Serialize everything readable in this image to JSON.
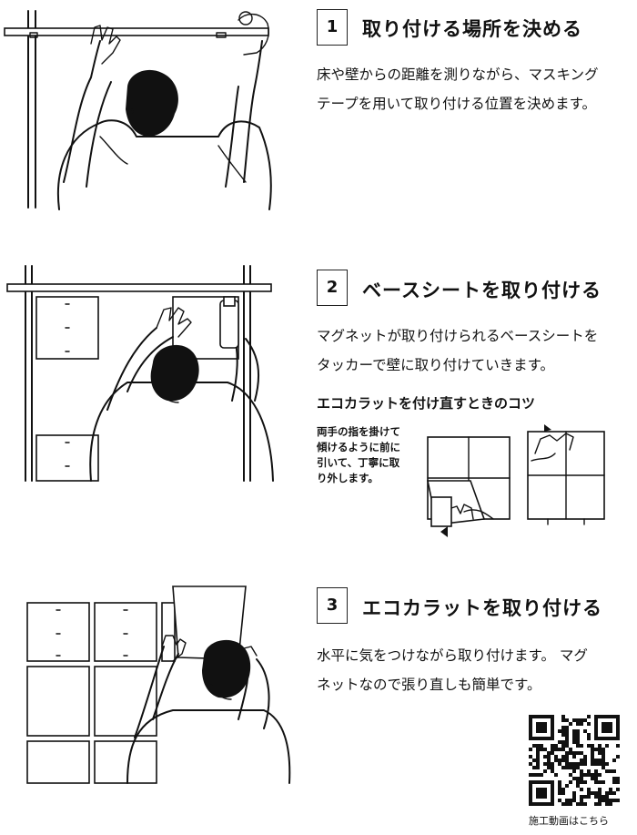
{
  "steps": [
    {
      "number": "1",
      "title": "取り付ける場所を決める",
      "body": [
        "床や壁からの距離を測りながら、マスキング",
        "テープを用いて取り付ける位置を決めます。"
      ]
    },
    {
      "number": "2",
      "title": "ベースシートを取り付ける",
      "body": [
        "マグネットが取り付けられるベースシートを",
        "タッカーで壁に取り付けていきます。"
      ],
      "tip": {
        "title": "エコカラットを付け直すときのコツ",
        "body": [
          "両手の指を掛けて",
          "傾けるように前に",
          "引いて、丁寧に取",
          "り外します。"
        ]
      }
    },
    {
      "number": "3",
      "title": "エコカラットを取り付ける",
      "body": [
        "水平に気をつけながら取り付けます。 マグ",
        "ネットなので張り直しも簡単です。"
      ]
    }
  ],
  "qr": {
    "caption": "施工動画はこちら",
    "icon": "qr-code-icon"
  }
}
